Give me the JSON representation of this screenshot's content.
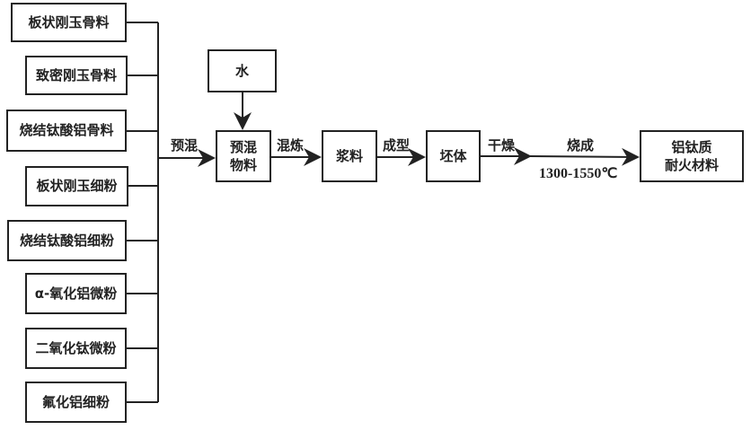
{
  "inputs": [
    "板状刚玉骨料",
    "致密刚玉骨料",
    "烧结钛酸铝骨料",
    "板状刚玉细粉",
    "烧结钛酸铝细粉",
    "α-氧化铝微粉",
    "二氧化钛微粉",
    "氟化铝细粉"
  ],
  "water": "水",
  "premix_label": "预混",
  "premix_box": [
    "预混",
    "物料"
  ],
  "mixing_label": "混炼",
  "slurry": "浆料",
  "forming_label": "成型",
  "green_body": "坯体",
  "drying_label": "干燥",
  "firing_label": "烧成",
  "firing_temp": "1300-1550℃",
  "product": [
    "铝钛质",
    "耐火材料"
  ]
}
